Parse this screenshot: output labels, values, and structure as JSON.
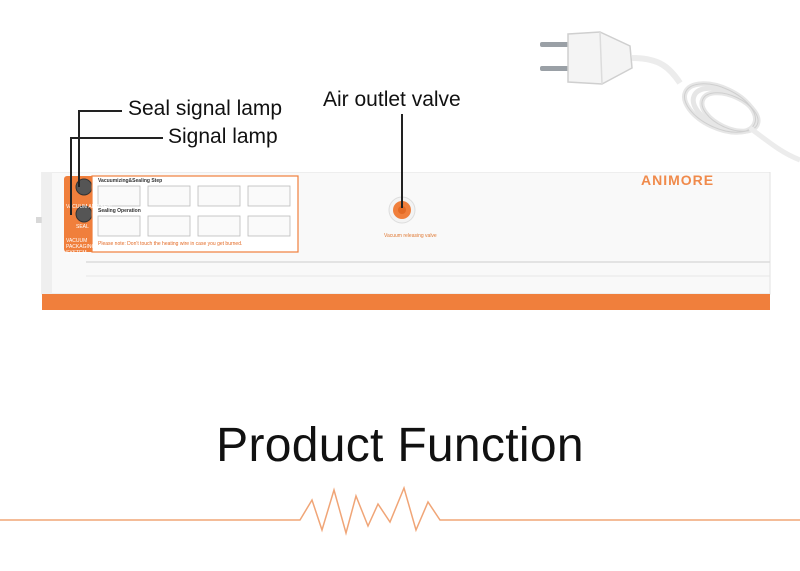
{
  "callouts": {
    "seal_signal_lamp": "Seal signal lamp",
    "signal_lamp": "Signal lamp",
    "air_outlet_valve": "Air outlet valve"
  },
  "device": {
    "brand": "ANIMORE",
    "panel_heading_1": "Vacuumizing&Sealing Step",
    "panel_heading_2": "Sealing Operation",
    "panel_warning": "Please note: Don't touch the heating wire in case you get burned.",
    "control_label_top": "VACUUM AND SEAL",
    "control_label_bottom": "SEAL",
    "control_footer": "VACUUM PACKAGING SYSTEM",
    "valve_caption": "Vacuum releasing valve"
  },
  "title": "Product Function",
  "colors": {
    "accent": "#f07f3c",
    "body": "#f7f7f7",
    "text": "#111111"
  }
}
